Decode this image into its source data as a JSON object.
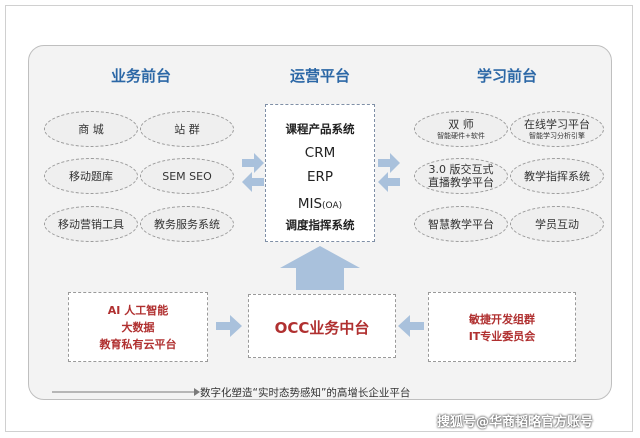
{
  "columns": {
    "left_title": "业务前台",
    "center_title": "运营平台",
    "right_title": "学习前台"
  },
  "left_items": [
    {
      "label": "商 城"
    },
    {
      "label": "站 群"
    },
    {
      "label": "移动题库"
    },
    {
      "label": "SEM SEO"
    },
    {
      "label": "移动营销工具"
    },
    {
      "label": "教务服务系统"
    }
  ],
  "center_items": {
    "course": "课程产品系统",
    "crm": "CRM",
    "erp": "ERP",
    "mis": "MIS",
    "mis_suffix": "(OA)",
    "dispatch": "调度指挥系统"
  },
  "right_items": [
    {
      "label": "双 师",
      "sub": "智能硬件+软件"
    },
    {
      "label": "在线学习平台",
      "sub": "智能学习分析引擎"
    },
    {
      "label": "3.0 版交互式",
      "label2": "直播教学平台"
    },
    {
      "label": "教学指挥系统"
    },
    {
      "label": "智慧教学平台"
    },
    {
      "label": "学员互动"
    }
  ],
  "bottom": {
    "left_lines": [
      "AI 人工智能",
      "大数据",
      "教育私有云平台"
    ],
    "occ": "OCC业务中台",
    "right_lines": [
      "敏捷开发组群",
      "IT专业委员会"
    ]
  },
  "caption": "数字化塑造“实时态势感知”的高增长企业平台",
  "watermark": "搜狐号@华商韬略官方账号",
  "colors": {
    "title_blue": "#2b67a6",
    "accent_red": "#b03030",
    "arrow_blue": "#a9c1dc",
    "panel_gray": "#f3f3f3"
  }
}
